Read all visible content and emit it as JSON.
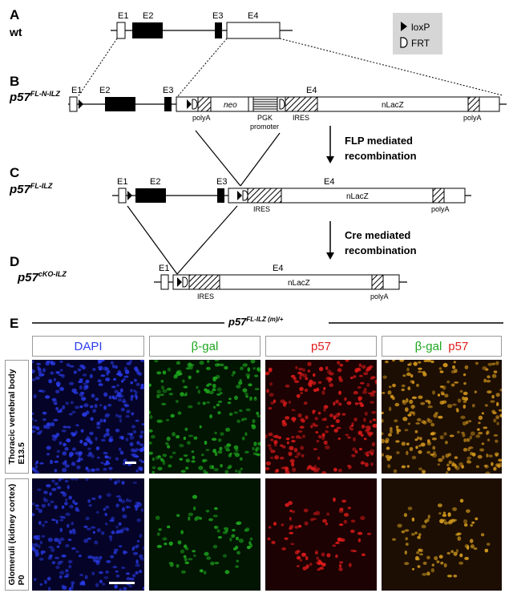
{
  "panels": {
    "a": {
      "letter": "A",
      "subtitle": "wt",
      "exons": [
        "E1",
        "E2",
        "E3",
        "E4"
      ]
    },
    "b": {
      "letter": "B",
      "allele_base": "p57",
      "allele_sup": "FL-N-ILZ",
      "exons": [
        "E1",
        "E2",
        "E3",
        "E4"
      ],
      "elements": {
        "neo": "neo",
        "pgk_line1": "PGK",
        "pgk_line2": "promoter",
        "polyA": "polyA",
        "ires": "IRES",
        "nlacz": "nLacZ"
      }
    },
    "c": {
      "letter": "C",
      "allele_base": "p57",
      "allele_sup": "FL-ILZ",
      "exons": [
        "E1",
        "E2",
        "E3",
        "E4"
      ],
      "elements": {
        "ires": "IRES",
        "nlacz": "nLacZ",
        "polyA": "polyA"
      }
    },
    "d": {
      "letter": "D",
      "allele_base": "p57",
      "allele_sup": "cKO-ILZ",
      "exons": [
        "E1",
        "E4"
      ],
      "elements": {
        "ires": "IRES",
        "nlacz": "nLacZ",
        "polyA": "polyA"
      }
    },
    "e": {
      "letter": "E",
      "genotype_base": "p57",
      "genotype_sup": "FL-ILZ (m)/+",
      "columns": [
        "DAPI",
        "β-gal",
        "p57"
      ],
      "merge": [
        "β-gal",
        "p57"
      ],
      "rows": [
        {
          "line1": "Thoracic vertebral body",
          "line2": "E13.5"
        },
        {
          "line1": "Glomeruli (kidney cortex)",
          "line2": "P0"
        }
      ]
    }
  },
  "legend": {
    "loxp": "loxP",
    "frt": "FRT"
  },
  "recombination": {
    "flp_line1": "FLP mediated",
    "flp_line2": "recombination",
    "cre_line1": "Cre mediated",
    "cre_line2": "recombination"
  },
  "colors": {
    "exon_fill": "#000000",
    "dapi": "#2b3df0",
    "bgal": "#1ea81e",
    "p57": "#e01b1b",
    "dapi_bg": "#050428",
    "bgal_bg": "#021402",
    "p57_bg": "#1c0202",
    "merge_bg": "#1c0e02"
  }
}
